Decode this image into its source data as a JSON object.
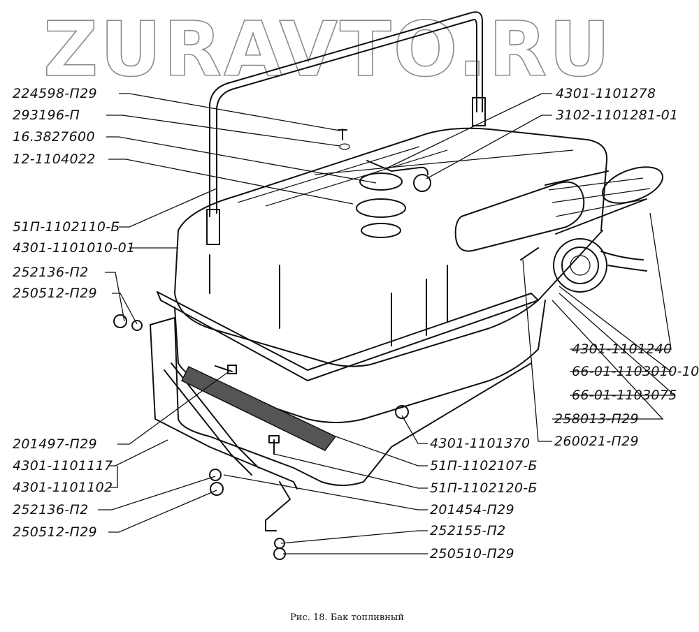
{
  "watermark": "ZURAVTO.RU",
  "caption": "Рис. 18. Бак топливный",
  "labels_left": [
    "224598-П29",
    "293196-П",
    "16.3827600",
    "12-1104022",
    "51П-1102110-Б",
    "4301-1101010-01",
    "252136-П2",
    "250512-П29",
    "201497-П29",
    "4301-1101117",
    "4301-1101102",
    "252136-П2",
    "250512-П29"
  ],
  "labels_right": [
    "4301-1101278",
    "3102-1101281-01",
    "4301-1101240",
    "66-01-1103010-10",
    "66-01-1103075",
    "258013-П29",
    "260021-П29",
    "4301-1101370",
    "51П-1102107-Б",
    "51П-1102120-Б",
    "201454-П29",
    "252155-П2",
    "250510-П29"
  ]
}
